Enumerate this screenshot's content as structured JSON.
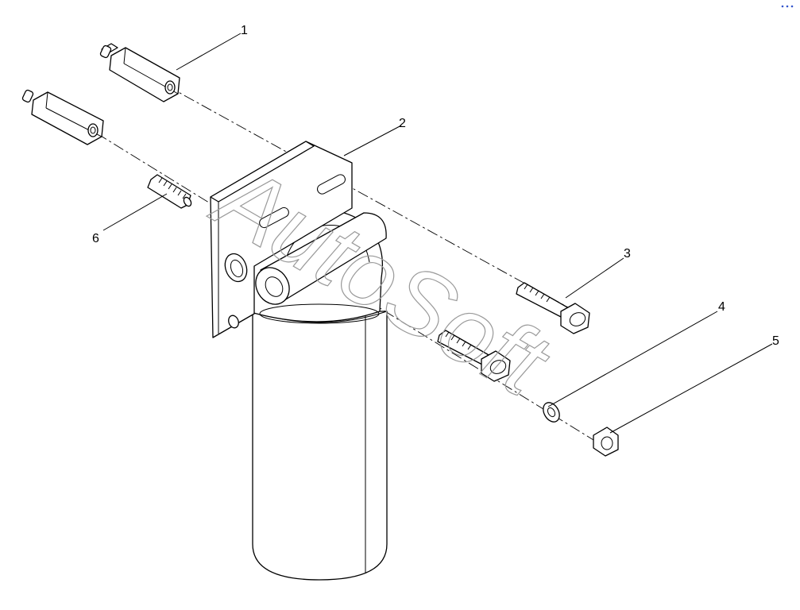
{
  "callouts": [
    {
      "label": "1"
    },
    {
      "label": "2"
    },
    {
      "label": "3"
    },
    {
      "label": "4"
    },
    {
      "label": "5"
    },
    {
      "label": "6"
    }
  ],
  "watermark": "AutoSoft",
  "colors": {
    "line": "#000000",
    "background": "#ffffff",
    "watermark": "#9a9a9a",
    "corner_mark": "#3355cc"
  }
}
